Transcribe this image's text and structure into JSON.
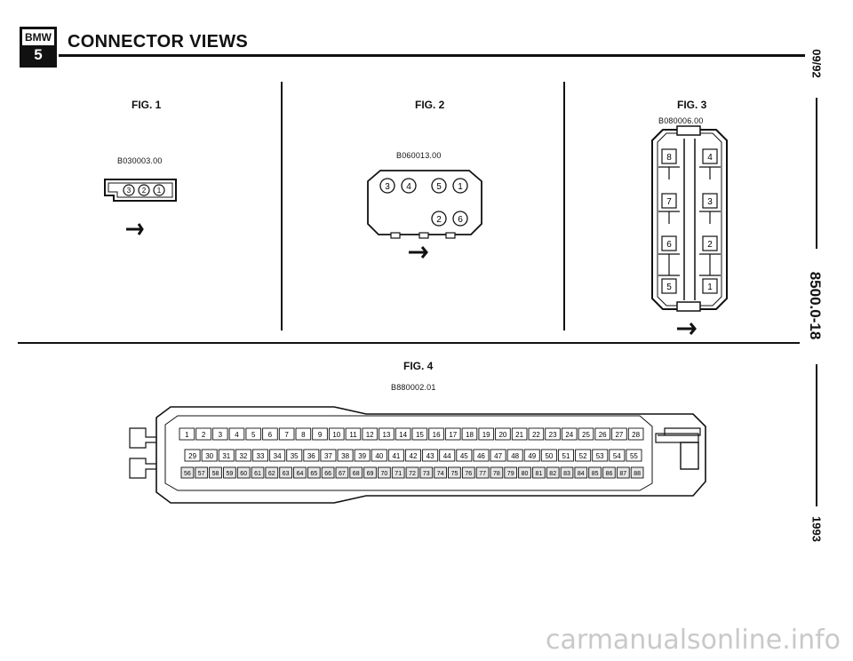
{
  "header": {
    "logo_brand": "BMW",
    "logo_series": "5",
    "title": "CONNECTOR VIEWS"
  },
  "side": {
    "date": "09/92",
    "page": "8500.0-18",
    "year": "1993"
  },
  "fig1": {
    "label": "FIG. 1",
    "code": "B030003.00",
    "pins": [
      "3",
      "2",
      "1"
    ]
  },
  "fig2": {
    "label": "FIG. 2",
    "code": "B060013.00",
    "row1": [
      "3",
      "4",
      "5",
      "1"
    ],
    "row2": [
      "2",
      "6"
    ]
  },
  "fig3": {
    "label": "FIG. 3",
    "code": "B080006.00",
    "left": [
      "8",
      "7",
      "6",
      "5"
    ],
    "right": [
      "4",
      "3",
      "2",
      "1"
    ]
  },
  "fig4": {
    "label": "FIG. 4",
    "code": "B880002.01",
    "row1": [
      "1",
      "2",
      "3",
      "4",
      "5",
      "6",
      "7",
      "8",
      "9",
      "10",
      "11",
      "12",
      "13",
      "14",
      "15",
      "16",
      "17",
      "18",
      "19",
      "20",
      "21",
      "22",
      "23",
      "24",
      "25",
      "26",
      "27",
      "28"
    ],
    "row2": [
      "29",
      "30",
      "31",
      "32",
      "33",
      "34",
      "35",
      "36",
      "37",
      "38",
      "39",
      "40",
      "41",
      "42",
      "43",
      "44",
      "45",
      "46",
      "47",
      "48",
      "49",
      "50",
      "51",
      "52",
      "53",
      "54",
      "55"
    ],
    "row3": [
      "56",
      "57",
      "58",
      "59",
      "60",
      "61",
      "62",
      "63",
      "64",
      "65",
      "66",
      "67",
      "68",
      "69",
      "70",
      "71",
      "72",
      "73",
      "74",
      "75",
      "76",
      "77",
      "78",
      "79",
      "80",
      "81",
      "82",
      "83",
      "84",
      "85",
      "86",
      "87",
      "88"
    ]
  },
  "watermark": "carmanualsonline.info"
}
